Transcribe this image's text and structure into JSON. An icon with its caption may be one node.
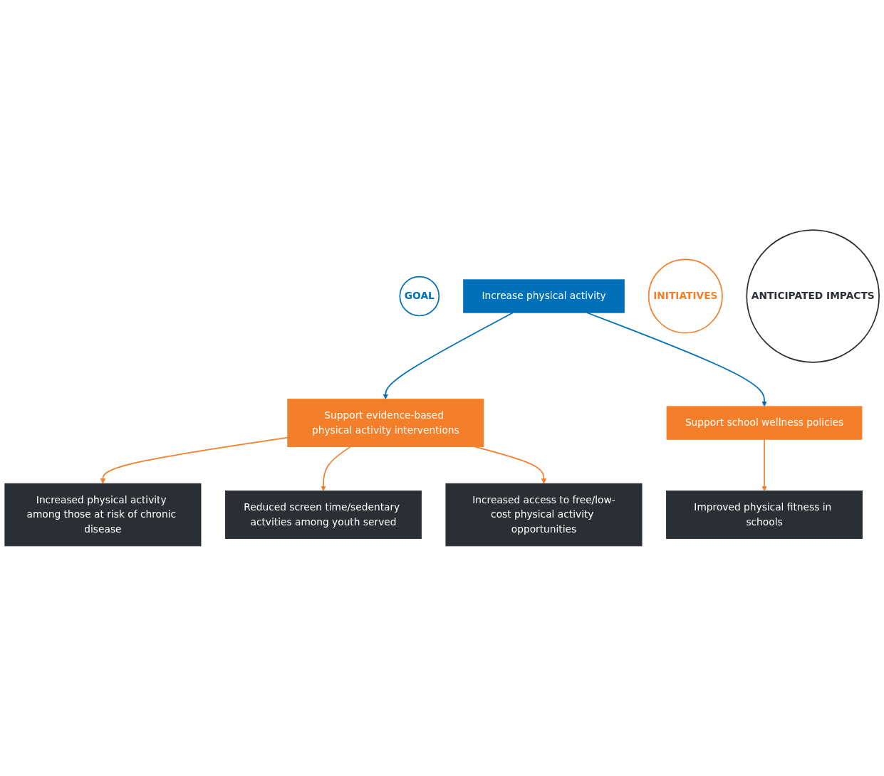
{
  "diagram": {
    "nodes": [
      {
        "text": [
          "GOAL"
        ]
      },
      {
        "text": [
          "Increase physical activity"
        ]
      },
      {
        "text": [
          "INITIATIVES"
        ]
      },
      {
        "text": [
          "Support evidence-based physical activity interventions"
        ]
      },
      {
        "text": [
          "Support school wellness policies"
        ]
      },
      {
        "text": [
          "ANTICIPATED IMPACTS"
        ]
      },
      {
        "text": [
          "Increased physical activity among those at risk of chronic disease"
        ]
      },
      {
        "text": [
          "Improved physical fitness in schools"
        ]
      },
      {
        "text": [
          "Reduced screen time/sedentary actvities among youth served"
        ]
      },
      {
        "text": [
          "Increased access to free/low-cost physical activity opportunities"
        ]
      }
    ],
    "edges": [
      {
        "from": 1,
        "to": 3,
        "arrow": "to",
        "color": "#0070b8"
      },
      {
        "from": 1,
        "to": 4,
        "arrow": "to",
        "color": "#0070b8"
      },
      {
        "from": 3,
        "to": 6,
        "arrow": "to",
        "color": "#f47f2a"
      },
      {
        "from": 4,
        "to": 7,
        "arrow": "to",
        "color": "#f47f2a"
      },
      {
        "from": 3,
        "to": 8,
        "arrow": "to",
        "color": "#f47f2a"
      },
      {
        "from": 3,
        "to": 9,
        "arrow": "to",
        "color": "#f47f2a"
      }
    ]
  }
}
